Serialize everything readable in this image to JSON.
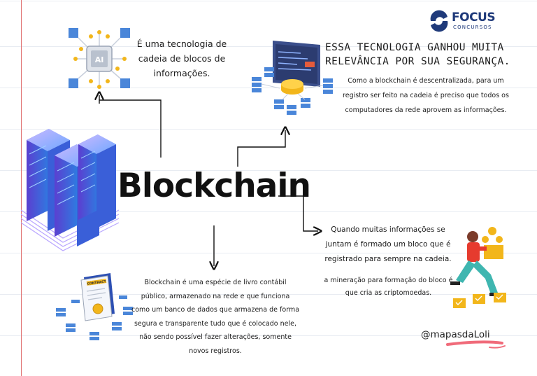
{
  "brand": {
    "name": "FOCUS",
    "subtitle": "CONCURSOS"
  },
  "title": "Blockchain",
  "notes": {
    "definition": "É uma tecnologia de cadeia de blocos de informações.",
    "security_heading": "ESSA TECNOLOGIA GANHOU MUITA RELEVÂNCIA POR SUA SEGURANÇA.",
    "security_body": "Como a blockchain é descentralizada, para um registro ser feito na cadeia é preciso que todos os computadores da rede aprovem as informações.",
    "block_formation": "Quando muitas informações se juntam é formado um bloco que é registrado para sempre na cadeia.",
    "mining": "a mineração para formação do bloco é que cria as criptomoedas.",
    "ledger": "Blockchain é uma espécie de livro contábil público, armazenado na rede e que funciona como um banco de dados que armazena de forma segura e transparente tudo que é colocado nele, não sendo possível fazer alterações, somente novos registros."
  },
  "illustration_labels": {
    "ai_chip": "AI",
    "contract": "CONTRACT"
  },
  "signature": "@mapasdaLoli",
  "colors": {
    "accent_blue": "#3b63d6",
    "accent_purple": "#7a3cc8",
    "coin_gold": "#f2b61b",
    "margin_red": "#e07070",
    "brand_blue": "#1f3a7a"
  }
}
